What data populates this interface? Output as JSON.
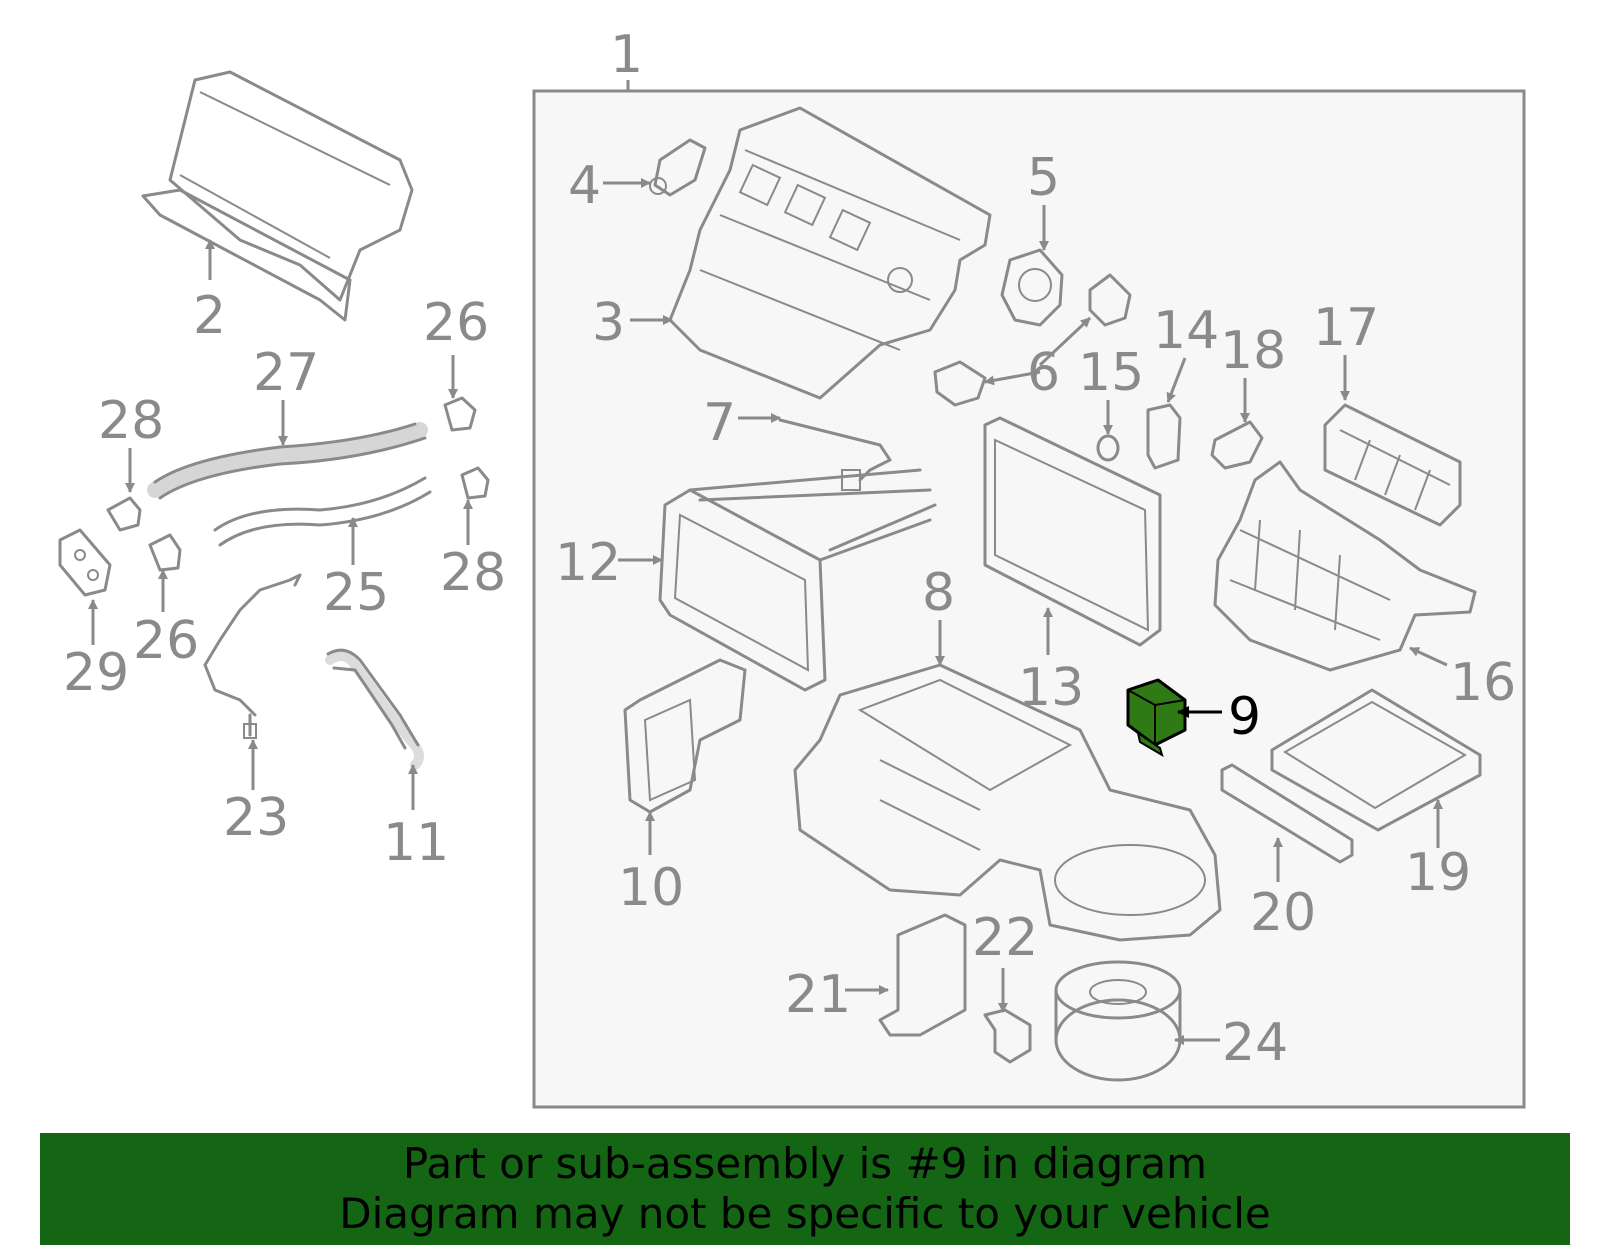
{
  "colors": {
    "line_art": "#8a8a8a",
    "box_fill": "#f7f7f7",
    "highlight_part": "#2f7a14",
    "banner_bg": "#146614",
    "banner_text": "#000000"
  },
  "highlighted_part": "9",
  "callouts": {
    "c1": "1",
    "c2": "2",
    "c3": "3",
    "c4": "4",
    "c5": "5",
    "c6": "6",
    "c7": "7",
    "c8": "8",
    "c9": "9",
    "c10": "10",
    "c11": "11",
    "c12": "12",
    "c13": "13",
    "c14": "14",
    "c15": "15",
    "c16": "16",
    "c17": "17",
    "c18": "18",
    "c19": "19",
    "c20": "20",
    "c21": "21",
    "c22": "22",
    "c23": "23",
    "c24": "24",
    "c25": "25",
    "c26a": "26",
    "c26b": "26",
    "c27": "27",
    "c28a": "28",
    "c28b": "28",
    "c29": "29"
  },
  "banner": {
    "line1": "Part or sub-assembly is #9 in diagram",
    "line2": "Diagram may not be specific to your vehicle"
  }
}
